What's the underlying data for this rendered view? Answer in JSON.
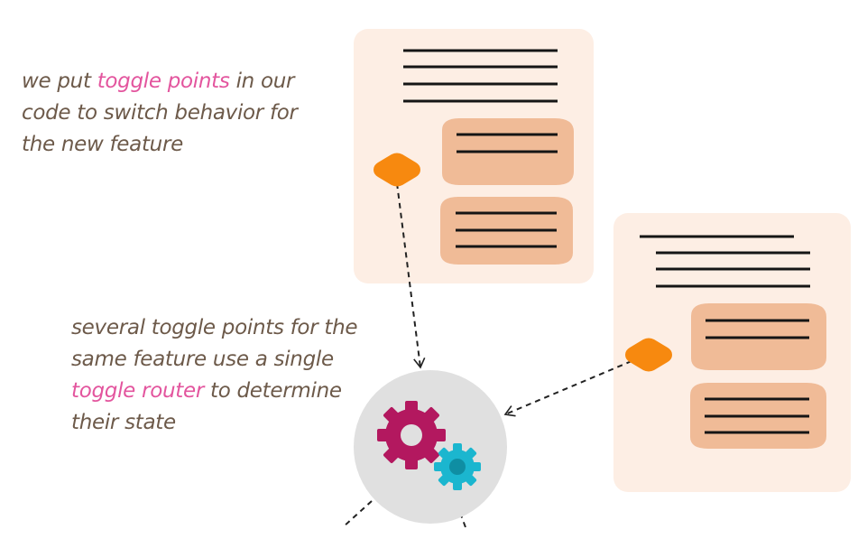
{
  "captions": {
    "first": {
      "before": "we put ",
      "highlight": "toggle points",
      "after_line1": " in our",
      "line2": "code to switch behavior for",
      "line3": "the new feature"
    },
    "second": {
      "line1": "several toggle points for the",
      "line2": "same feature use a single",
      "highlight": "toggle router",
      "after_highlight": " to determine",
      "line4": "their state"
    }
  },
  "colors": {
    "card_bg": "#fdeee4",
    "block_bg": "#f0bb97",
    "toggle_point": "#f7890f",
    "router_circle": "#e0e0e0",
    "gear_large": "#b3185f",
    "gear_small": "#1bb6cf",
    "highlight_text": "#e3559e",
    "caption_text": "#6d5a4a"
  },
  "icons": {
    "toggle_point": "orange-diamond-icon",
    "router": "gears-icon"
  }
}
